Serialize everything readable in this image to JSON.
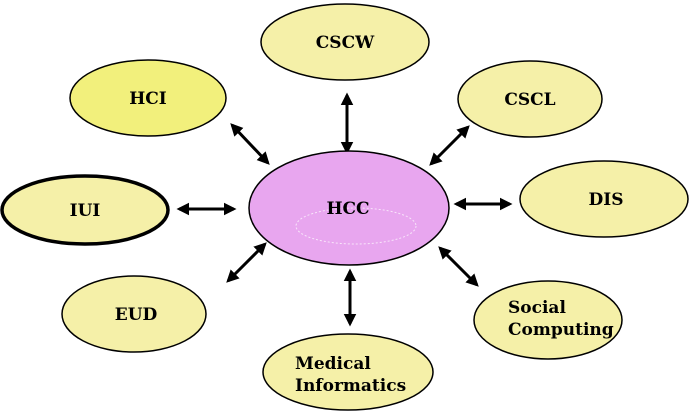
{
  "center": {
    "label": "HCC"
  },
  "nodes": [
    {
      "id": "cscw",
      "lines": [
        "CSCW"
      ]
    },
    {
      "id": "hci",
      "lines": [
        "HCI"
      ]
    },
    {
      "id": "cscl",
      "lines": [
        "CSCL"
      ]
    },
    {
      "id": "iui",
      "lines": [
        "IUI"
      ]
    },
    {
      "id": "dis",
      "lines": [
        "DIS"
      ]
    },
    {
      "id": "eud",
      "lines": [
        "EUD"
      ]
    },
    {
      "id": "social-computing",
      "lines": [
        "Social",
        "Computing"
      ]
    },
    {
      "id": "medical-informatics",
      "lines": [
        "Medical",
        "Informatics"
      ]
    }
  ],
  "colors": {
    "node_fill": "#f5f0a8",
    "hci_fill": "#f2f07c",
    "center_fill": "#e8a6ef",
    "stroke": "#000000",
    "arrow": "#000000"
  }
}
